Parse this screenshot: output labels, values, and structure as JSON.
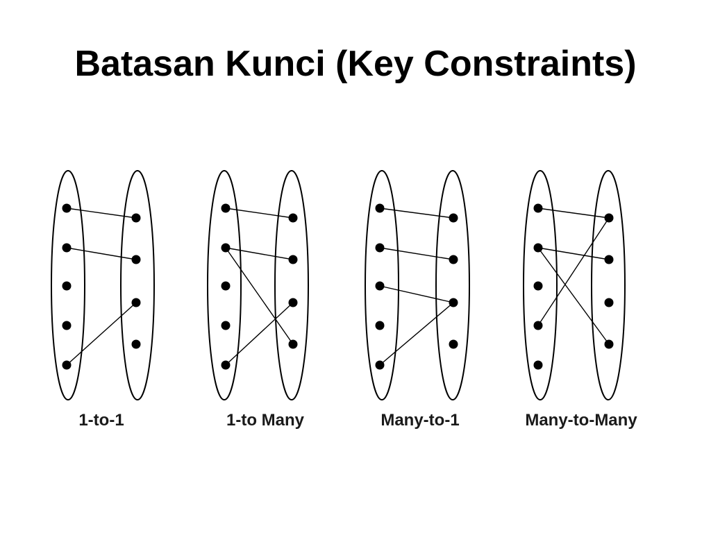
{
  "slide": {
    "title": "Batasan Kunci (Key Constraints)"
  },
  "colors": {
    "ink": "#000000",
    "background": "#ffffff"
  },
  "diagrams": [
    {
      "caption": "1-to-1",
      "left_count": 5,
      "right_count": 4,
      "links": [
        [
          0,
          0
        ],
        [
          1,
          1
        ],
        [
          4,
          2
        ]
      ]
    },
    {
      "caption": "1-to Many",
      "left_count": 5,
      "right_count": 4,
      "links": [
        [
          0,
          0
        ],
        [
          1,
          1
        ],
        [
          1,
          3
        ],
        [
          4,
          2
        ]
      ]
    },
    {
      "caption": "Many-to-1",
      "left_count": 5,
      "right_count": 4,
      "links": [
        [
          0,
          0
        ],
        [
          1,
          1
        ],
        [
          2,
          2
        ],
        [
          4,
          2
        ]
      ]
    },
    {
      "caption": "Many-to-Many",
      "left_count": 5,
      "right_count": 4,
      "links": [
        [
          0,
          0
        ],
        [
          1,
          1
        ],
        [
          1,
          3
        ],
        [
          3,
          0
        ]
      ]
    }
  ]
}
